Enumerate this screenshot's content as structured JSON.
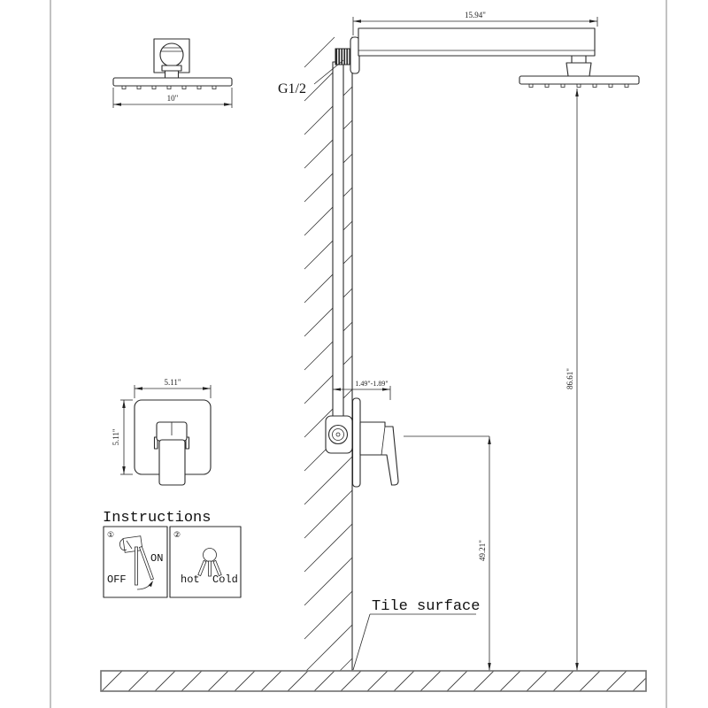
{
  "drawing": {
    "dims": {
      "arm_length": "15.94\"",
      "overhead_width": "10\"",
      "valve_plate_width": "5.11\"",
      "valve_plate_height": "5.11\"",
      "valve_depth_range": "1.49\"-1.89\"",
      "shower_height": "86.61\"",
      "valve_height": "49.21\""
    },
    "labels": {
      "thread_size": "G1/2",
      "tile_surface": "Tile surface",
      "instructions_title": "Instructions",
      "step_1": "①",
      "step_2": "②",
      "on": "ON",
      "off": "OFF",
      "hot": "hot",
      "cold": "Cold"
    },
    "colors": {
      "line": "#2b2b2b",
      "frame": "#a8a8a8",
      "background": "#ffffff"
    }
  }
}
